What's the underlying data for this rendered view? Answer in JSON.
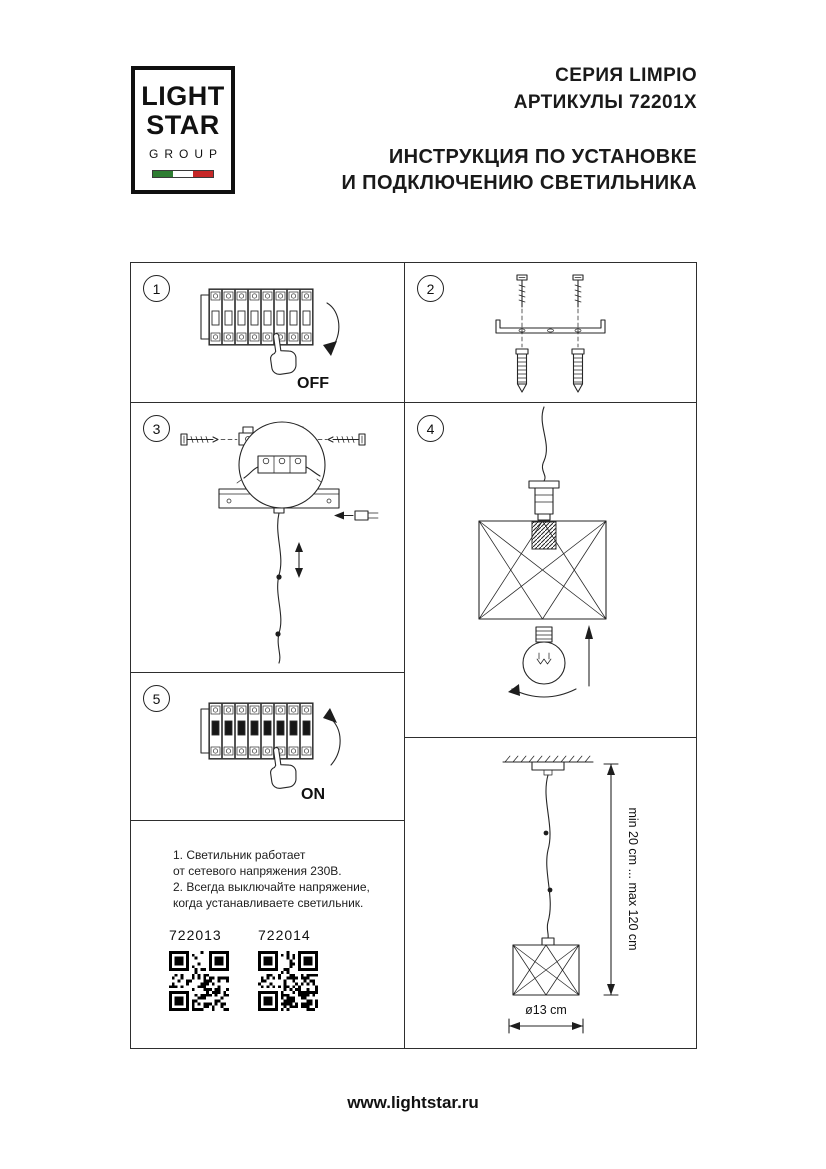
{
  "logo": {
    "line1": "LIGHT",
    "line2": "STAR",
    "line3": "GROUP",
    "flag_colors": [
      "#2e7d32",
      "#ffffff",
      "#c62828"
    ]
  },
  "header": {
    "series": "СЕРИЯ LIMPIO",
    "articles": "АРТИКУЛЫ 72201X",
    "title_line1": "ИНСТРУКЦИЯ ПО УСТАНОВКЕ",
    "title_line2": "И ПОДКЛЮЧЕНИЮ СВЕТИЛЬНИКА"
  },
  "steps": [
    {
      "number": "1",
      "label": "OFF"
    },
    {
      "number": "2",
      "label": ""
    },
    {
      "number": "3",
      "label": ""
    },
    {
      "number": "4",
      "label": ""
    },
    {
      "number": "5",
      "label": "ON"
    }
  ],
  "notes": {
    "lines": [
      "1. Светильник работает",
      "от сетевого напряжения 230В.",
      "2. Всегда выключайте напряжение,",
      "когда устанавливаете светильник."
    ],
    "articles": [
      {
        "code": "722013"
      },
      {
        "code": "722014"
      }
    ]
  },
  "dimensions": {
    "height_label": "min 20 cm ... max 120 cm",
    "diameter_label": "ø13 cm"
  },
  "footer": {
    "url": "www.lightstar.ru"
  }
}
